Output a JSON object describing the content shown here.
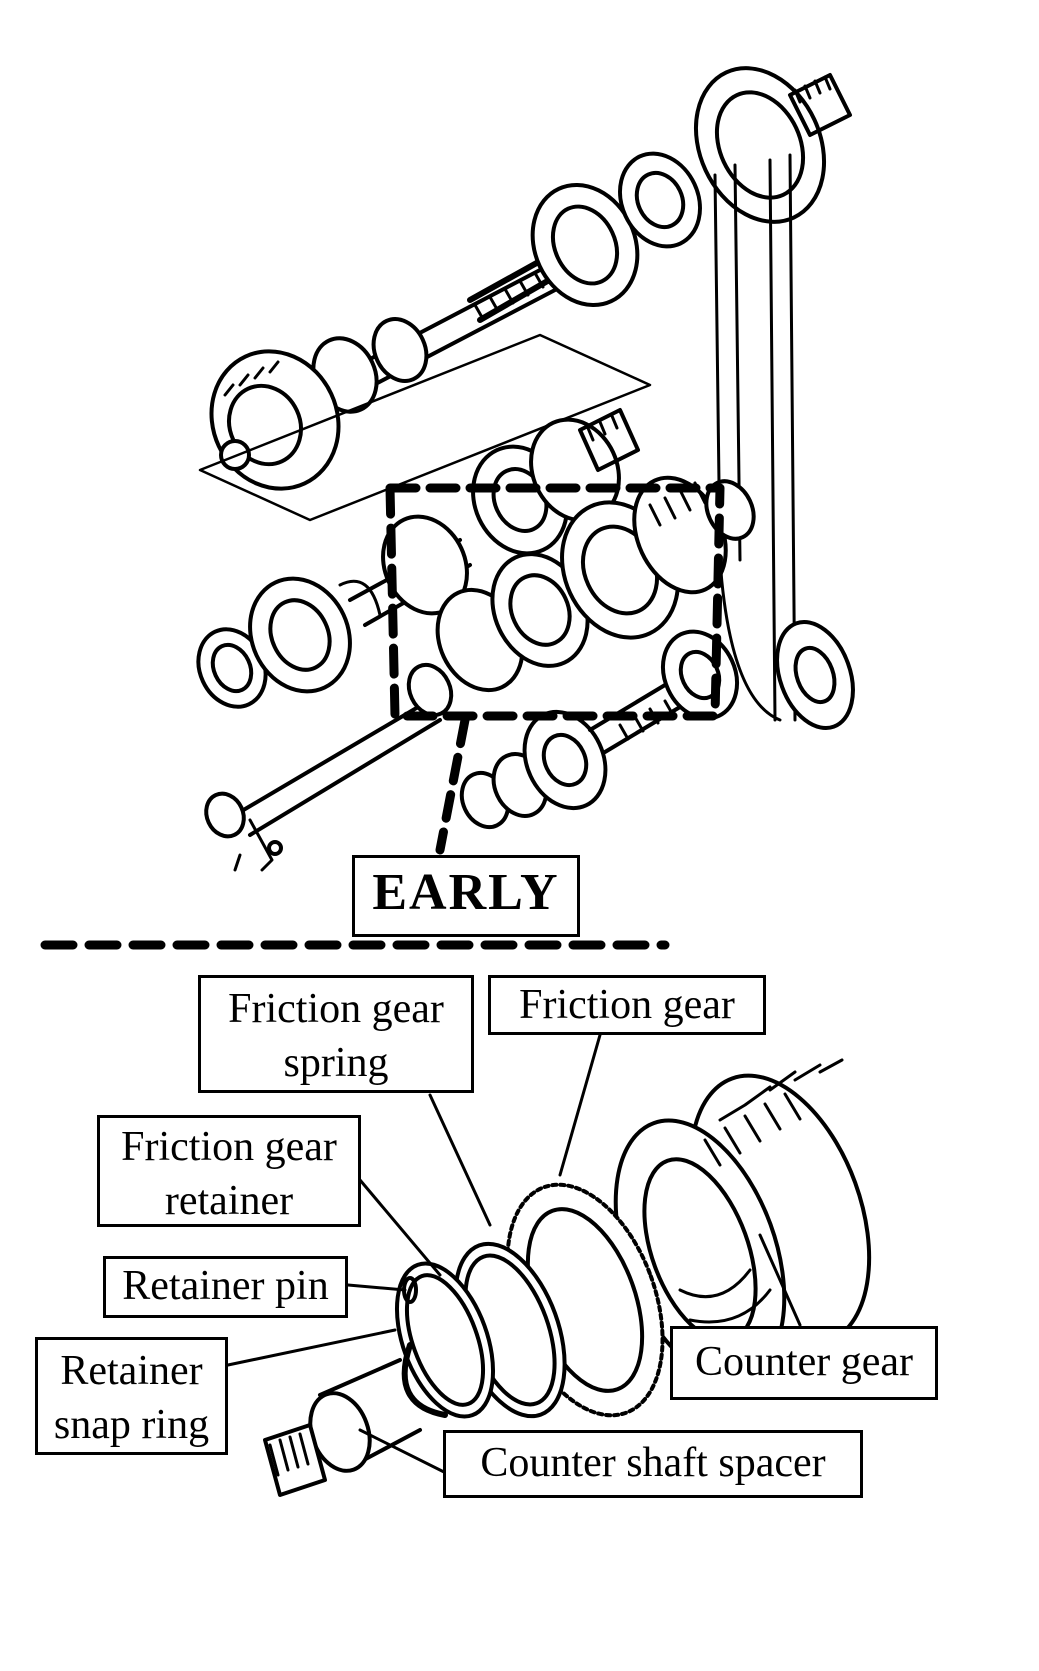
{
  "section_label": "EARLY",
  "callouts": {
    "friction_gear_spring": [
      "Friction gear",
      "spring"
    ],
    "friction_gear": [
      "Friction gear"
    ],
    "friction_gear_retainer": [
      "Friction gear",
      "retainer"
    ],
    "retainer_pin": [
      "Retainer pin"
    ],
    "retainer_snap_ring": [
      "Retainer",
      "snap ring"
    ],
    "counter_gear": [
      "Counter gear"
    ],
    "counter_shaft_spacer": [
      "Counter shaft spacer"
    ]
  }
}
